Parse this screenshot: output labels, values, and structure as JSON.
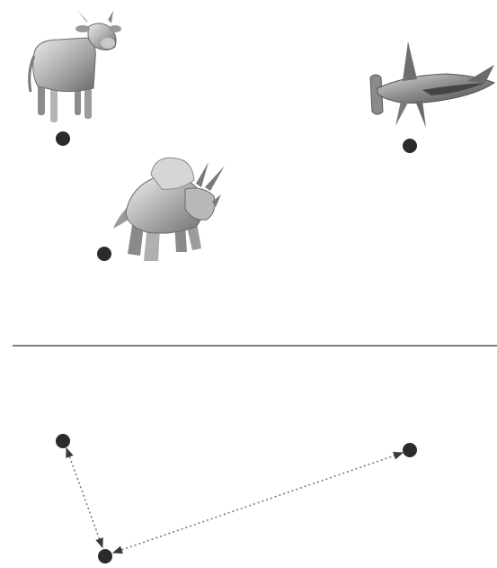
{
  "figure": {
    "top_panel": {
      "objects": [
        {
          "id": "cow",
          "icon": "cow-model-icon"
        },
        {
          "id": "triceratops",
          "icon": "triceratops-model-icon"
        },
        {
          "id": "hammerhead-shark",
          "icon": "hammerhead-shark-model-icon"
        }
      ]
    },
    "bottom_panel": {
      "nodes": [
        "cow",
        "triceratops",
        "hammerhead-shark"
      ],
      "edges": [
        {
          "from": "triceratops",
          "to": "cow",
          "style": "dotted",
          "arrows": "both"
        },
        {
          "from": "triceratops",
          "to": "hammerhead-shark",
          "style": "dotted",
          "arrows": "both"
        }
      ]
    },
    "colors": {
      "node": "#2b2b2b",
      "divider": "#555555",
      "edge": "#7a7a7a",
      "model_light": "#e2e2e2",
      "model_mid": "#9a9a9a",
      "model_dark": "#5a5a5a"
    }
  }
}
